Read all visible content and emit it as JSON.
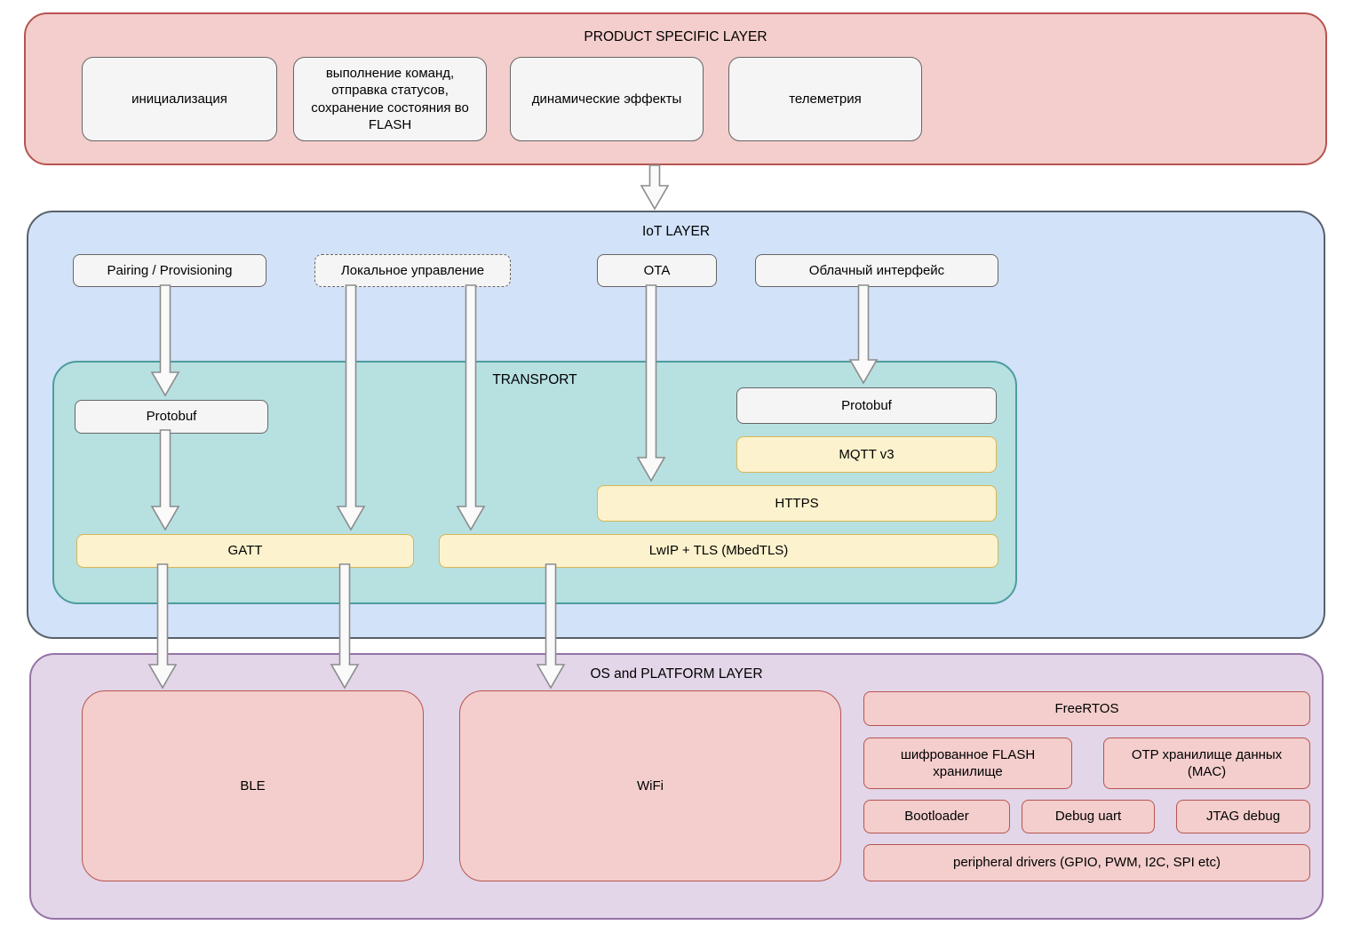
{
  "diagram": {
    "product_layer": {
      "title": "PRODUCT SPECIFIC LAYER",
      "boxes": {
        "init": "инициализация",
        "commands": "выполнение команд, отправка статусов, сохранение состояния во FLASH",
        "effects": "динамические эффекты",
        "telemetry": "телеметрия"
      }
    },
    "iot_layer": {
      "title": "IoT LAYER",
      "boxes": {
        "pairing": "Pairing / Provisioning",
        "local_control": "Локальное управление",
        "ota": "OTA",
        "cloud_interface": "Облачный интерфейс"
      },
      "transport": {
        "title": "TRANSPORT",
        "protobuf_left": "Protobuf",
        "protobuf_right": "Protobuf",
        "mqtt": "MQTT v3",
        "https": "HTTPS",
        "gatt": "GATT",
        "lwip_tls": "LwIP + TLS (MbedTLS)"
      }
    },
    "os_layer": {
      "title": "OS and PLATFORM LAYER",
      "boxes": {
        "ble": "BLE",
        "wifi": "WiFi",
        "freertos": "FreeRTOS",
        "encrypted_flash": "шифрованное FLASH хранилище",
        "otp_storage": "OTP хранилище данных (MAC)",
        "bootloader": "Bootloader",
        "debug_uart": "Debug uart",
        "jtag_debug": "JTAG debug",
        "peripheral_drivers": "peripheral drivers (GPIO, PWM, I2C, SPI etc)"
      }
    },
    "colors": {
      "product_fill": "#F3CECC",
      "product_border": "#B85450",
      "iot_fill": "#D2E2F8",
      "iot_border": "#58626C",
      "transport_fill": "#B7E0E1",
      "transport_border": "#4D9C9E",
      "yellow_fill": "#FCF2CD",
      "yellow_border": "#D6B656",
      "gray_fill": "#F5F5F5",
      "gray_border": "#666666",
      "os_fill": "#E2D6E8",
      "os_border": "#9673A6",
      "pink_fill": "#F3CECC",
      "pink_border": "#B85450",
      "arrow_fill": "#FAFAFA",
      "arrow_stroke": "#8C8C8C"
    }
  }
}
